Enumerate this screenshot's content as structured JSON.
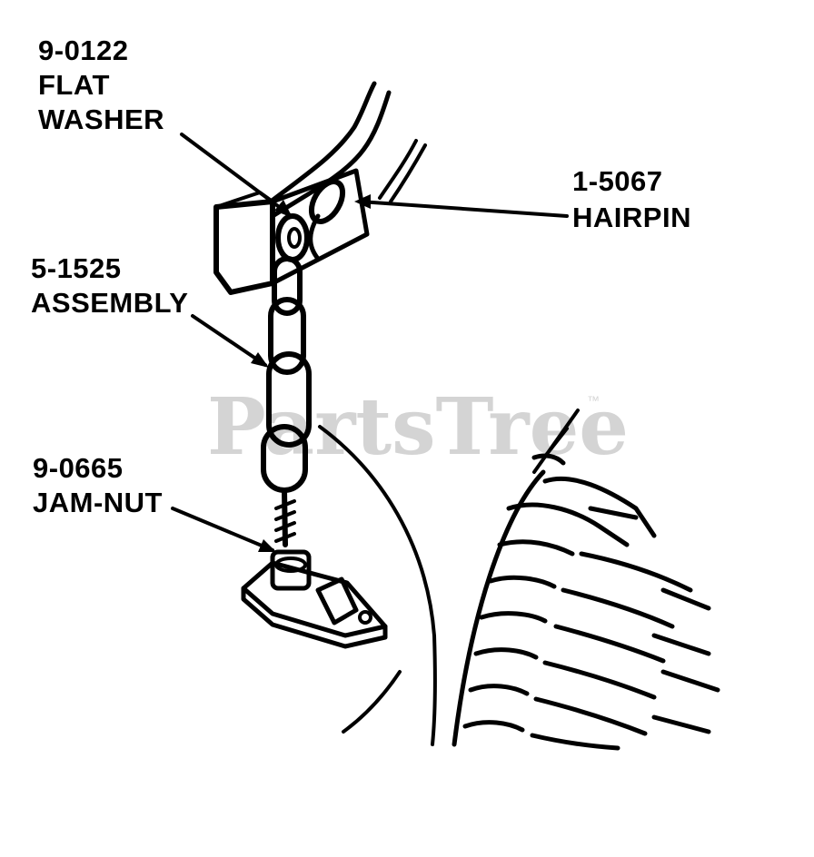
{
  "labels": {
    "flat_washer": {
      "part_no": "9-0122",
      "line1": "FLAT",
      "line2": "WASHER"
    },
    "hairpin": {
      "part_no": "1-5067",
      "name": "HAIRPIN"
    },
    "assembly": {
      "part_no": "5-1525",
      "name": "ASSEMBLY"
    },
    "jam_nut": {
      "part_no": "9-0665",
      "name": "JAM-NUT"
    }
  },
  "watermark": {
    "text": "PartsTree",
    "trademark": "™"
  }
}
